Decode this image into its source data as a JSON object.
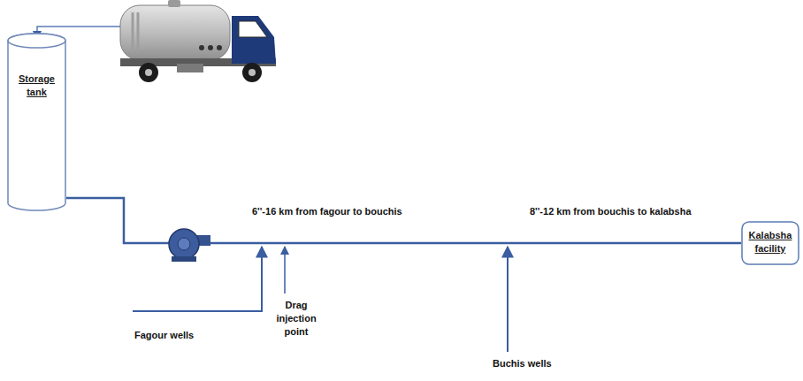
{
  "diagram": {
    "nodes": [
      {
        "text": [
          "Storage tank"
        ]
      },
      {
        "text": [
          "Kalabsha facility"
        ]
      }
    ],
    "edges": [
      {
        "from": 0,
        "to": 1,
        "arrow": "none"
      }
    ],
    "labels": [
      "6''-16 km from fagour to bouchis",
      "8''-12 km from bouchis to kalabsha",
      "Fagour wells",
      "Drag injection point",
      "Buchis wells"
    ]
  }
}
